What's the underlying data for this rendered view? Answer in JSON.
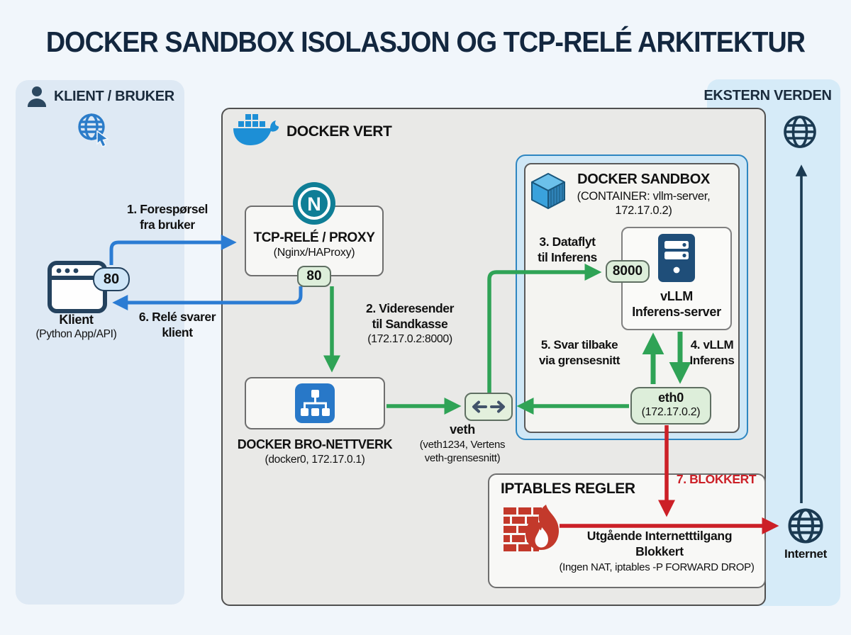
{
  "title": "DOCKER SANDBOX ISOLASJON OG TCP-RELÉ ARKITEKTUR",
  "client_panel": {
    "header": "KLIENT / BRUKER",
    "port_badge": "80",
    "node_label": "Klient",
    "node_sublabel": "(Python App/API)"
  },
  "docker_host": {
    "header": "DOCKER VERT",
    "tcp_relay": {
      "title": "TCP-RELÉ / PROXY",
      "subtitle": "(Nginx/HAProxy)",
      "port_badge": "80"
    },
    "bridge": {
      "title": "DOCKER BRO-NETTVERK",
      "subtitle": "(docker0, 172.17.0.1)"
    },
    "veth": {
      "label": "veth",
      "sublabel1": "(veth1234, Vertens",
      "sublabel2": "veth-grensesnitt)"
    },
    "sandbox": {
      "title": "DOCKER SANDBOX",
      "subtitle1": "(CONTAINER: vllm-server,",
      "subtitle2": "172.17.0.2)",
      "vllm": {
        "port_badge": "8000",
        "label1": "vLLM",
        "label2": "Inferens-server"
      },
      "eth0": {
        "label": "eth0",
        "sublabel": "(172.17.0.2)"
      }
    },
    "iptables": {
      "title": "IPTABLES REGLER",
      "line1": "Utgående Internetttilgang",
      "line2": "Blokkert",
      "line3": "(Ingen NAT, iptables -P FORWARD DROP)"
    }
  },
  "external_panel": {
    "header": "EKSTERN VERDEN",
    "internet_label": "Internet"
  },
  "flows": {
    "f1": {
      "line1": "1. Forespørsel",
      "line2": "fra bruker"
    },
    "f2": {
      "line1": "2. Videresender",
      "line2": "til Sandkasse",
      "line3": "(172.17.0.2:8000)"
    },
    "f3": {
      "line1": "3. Dataflyt",
      "line2": "til Inferens"
    },
    "f4": {
      "line1": "4. vLLM",
      "line2": "Inferens"
    },
    "f5": {
      "line1": "5. Svar tilbake",
      "line2": "via grensesnitt"
    },
    "f6": {
      "line1": "6. Relé svarer",
      "line2": "klient"
    },
    "f7": {
      "line1": "7. BLOKKERT"
    }
  },
  "icons": {
    "user": "person-icon",
    "globe_cursor": "globe-cursor-icon",
    "browser": "browser-window-icon",
    "docker_whale": "docker-whale-icon",
    "nginx": "nginx-circle-n-icon",
    "bridge_network": "network-tree-icon",
    "veth": "double-arrow-icon",
    "container_cube": "cube-icon",
    "server": "server-tower-icon",
    "firewall": "brick-wall-flame-icon",
    "globe": "globe-icon"
  },
  "colors": {
    "accent_blue": "#2b7cd3",
    "accent_green": "#2fa356",
    "accent_red": "#cc2027",
    "navy": "#1b3a52",
    "panel_left": "#dee9f4",
    "panel_right": "#d6ebf8",
    "host_bg": "#e9e9e7",
    "sandbox_bg": "#cfe7f6",
    "badge_green": "#ddeeda",
    "badge_blue": "#cfe6f8"
  }
}
